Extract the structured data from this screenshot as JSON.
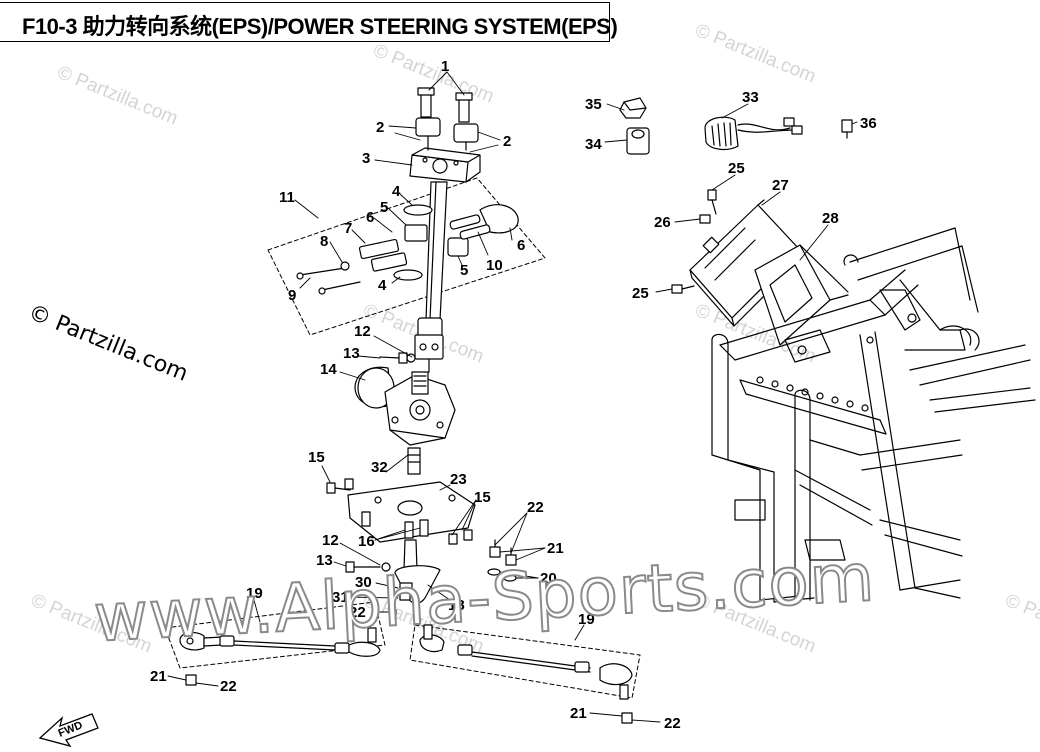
{
  "header": {
    "title": "F10-3 助力转向系统(EPS)/POWER STEERING SYSTEM(EPS)"
  },
  "watermarks": {
    "partzilla_small": "© Partzilla.com",
    "partzilla_left": "© Partzilla.com",
    "alpha_sports": "www.Alpha-Sports.com"
  },
  "fwd_label": "FWD",
  "callouts": [
    {
      "id": "c1",
      "text": "1"
    },
    {
      "id": "c2a",
      "text": "2"
    },
    {
      "id": "c2b",
      "text": "2"
    },
    {
      "id": "c3",
      "text": "3"
    },
    {
      "id": "c4a",
      "text": "4"
    },
    {
      "id": "c4b",
      "text": "4"
    },
    {
      "id": "c5a",
      "text": "5"
    },
    {
      "id": "c5b",
      "text": "5"
    },
    {
      "id": "c6a",
      "text": "6"
    },
    {
      "id": "c6b",
      "text": "6"
    },
    {
      "id": "c7",
      "text": "7"
    },
    {
      "id": "c8",
      "text": "8"
    },
    {
      "id": "c9",
      "text": "9"
    },
    {
      "id": "c10",
      "text": "10"
    },
    {
      "id": "c11",
      "text": "11"
    },
    {
      "id": "c12a",
      "text": "12"
    },
    {
      "id": "c12b",
      "text": "12"
    },
    {
      "id": "c13a",
      "text": "13"
    },
    {
      "id": "c13b",
      "text": "13"
    },
    {
      "id": "c14",
      "text": "14"
    },
    {
      "id": "c15a",
      "text": "15"
    },
    {
      "id": "c15b",
      "text": "15"
    },
    {
      "id": "c16",
      "text": "16"
    },
    {
      "id": "c18",
      "text": "18"
    },
    {
      "id": "c19a",
      "text": "19"
    },
    {
      "id": "c19b",
      "text": "19"
    },
    {
      "id": "c20",
      "text": "20"
    },
    {
      "id": "c21a",
      "text": "21"
    },
    {
      "id": "c21b",
      "text": "21"
    },
    {
      "id": "c21c",
      "text": "21"
    },
    {
      "id": "c22a",
      "text": "22"
    },
    {
      "id": "c22b",
      "text": "22"
    },
    {
      "id": "c22c",
      "text": "22"
    },
    {
      "id": "c22d",
      "text": "22"
    },
    {
      "id": "c23",
      "text": "23"
    },
    {
      "id": "c25a",
      "text": "25"
    },
    {
      "id": "c25b",
      "text": "25"
    },
    {
      "id": "c26",
      "text": "26"
    },
    {
      "id": "c27",
      "text": "27"
    },
    {
      "id": "c28",
      "text": "28"
    },
    {
      "id": "c30",
      "text": "30"
    },
    {
      "id": "c31",
      "text": "31"
    },
    {
      "id": "c32",
      "text": "32"
    },
    {
      "id": "c33",
      "text": "33"
    },
    {
      "id": "c34",
      "text": "34"
    },
    {
      "id": "c35",
      "text": "35"
    },
    {
      "id": "c36",
      "text": "36"
    }
  ]
}
